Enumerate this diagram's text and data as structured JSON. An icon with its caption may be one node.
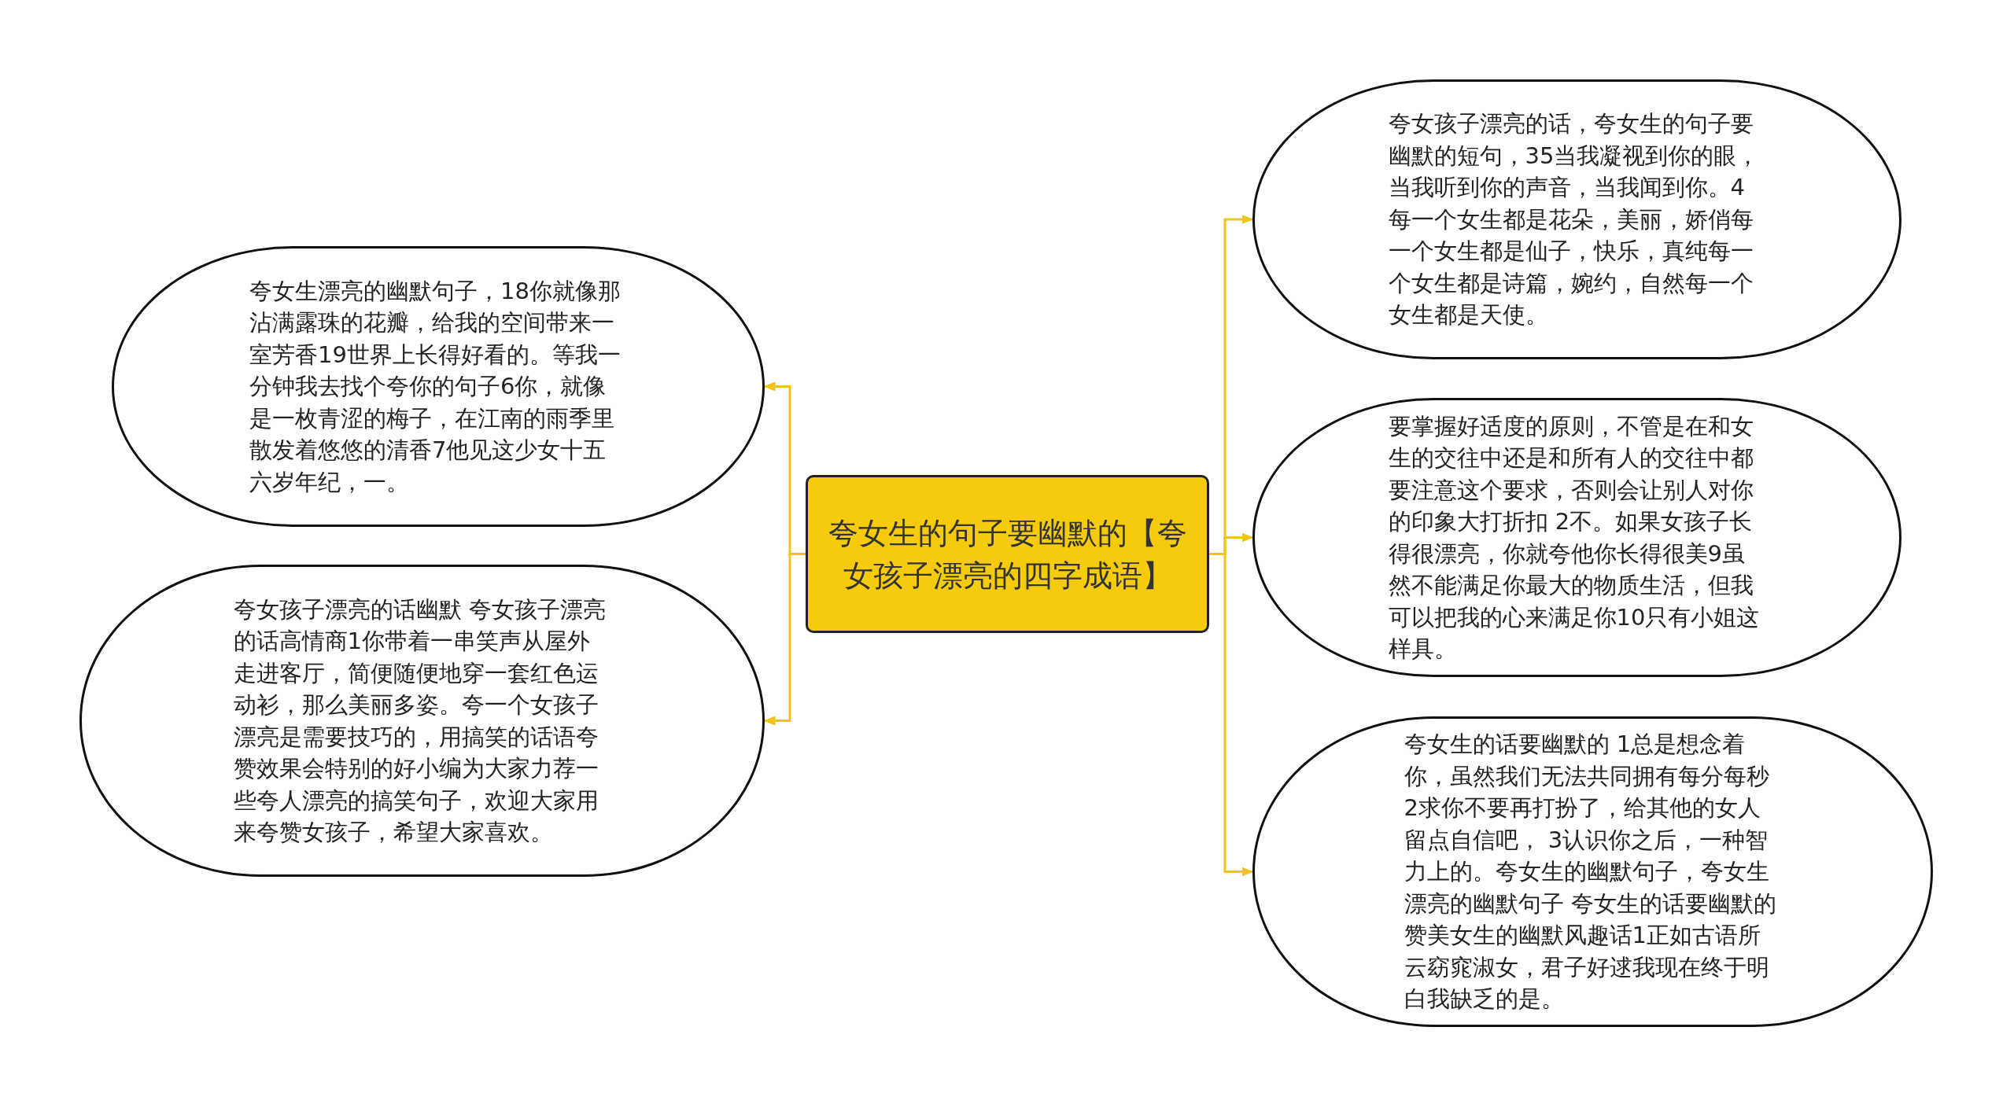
{
  "diagram": {
    "nodes": [
      {
        "text": [
          "夸女生的句子要幽默的【夸女孩子漂亮的四字成语】"
        ]
      },
      {
        "text": [
          "夸女生漂亮的幽默句子，18你就像那沾满露珠的花瓣，给我的空间带来一室芳香19世界上长得好看的。等我一分钟我去找个夸你的句子6你，就像是一枚青涩的梅子，在江南的雨季里散发着悠悠的清香7他见这少女十五六岁年纪，一。"
        ]
      },
      {
        "text": [
          "夸女孩子漂亮的话幽默 夸女孩子漂亮的话高情商1你带着一串笑声从屋外走进客厅，简便随便地穿一套红色运动衫，那么美丽多姿。夸一个女孩子漂亮是需要技巧的，用搞笑的话语夸赞效果会特别的好小编为大家力荐一些夸人漂亮的搞笑句子，欢迎大家用来夸赞女孩子，希望大家喜欢。"
        ]
      },
      {
        "text": [
          "夸女孩子漂亮的话，夸女生的句子要幽默的短句，35当我凝视到你的眼，当我听到你的声音，当我闻到你。4每一个女生都是花朵，美丽，娇俏每一个女生都是仙子，快乐，真纯每一个女生都是诗篇，婉约，自然每一个女生都是天使。"
        ]
      },
      {
        "text": [
          "要掌握好适度的原则，不管是在和女生的交往中还是和所有人的交往中都要注意这个要求，否则会让别人对你的印象大打折扣 2不。如果女孩子长得很漂亮，你就夸他你长得很美9虽然不能满足你最大的物质生活，但我可以把我的心来满足你10只有小姐这样具。"
        ]
      },
      {
        "text": [
          "夸女生的话要幽默的 1总是想念着你，虽然我们无法共同拥有每分每秒 2求你不要再打扮了，给其他的女人留点自信吧， 3认识你之后，一种智力上的。夸女生的幽默句子，夸女生漂亮的幽默句子 夸女生的话要幽默的赞美女生的幽默风趣话1正如古语所云窈窕淑女，君子好逑我现在终于明白我缺乏的是。"
        ]
      }
    ],
    "edges": [
      {
        "from": 0,
        "to": 1,
        "arrow": "to"
      },
      {
        "from": 0,
        "to": 2,
        "arrow": "to"
      },
      {
        "from": 0,
        "to": 3,
        "arrow": "to"
      },
      {
        "from": 0,
        "to": 4,
        "arrow": "to"
      },
      {
        "from": 0,
        "to": 5,
        "arrow": "to"
      }
    ]
  }
}
